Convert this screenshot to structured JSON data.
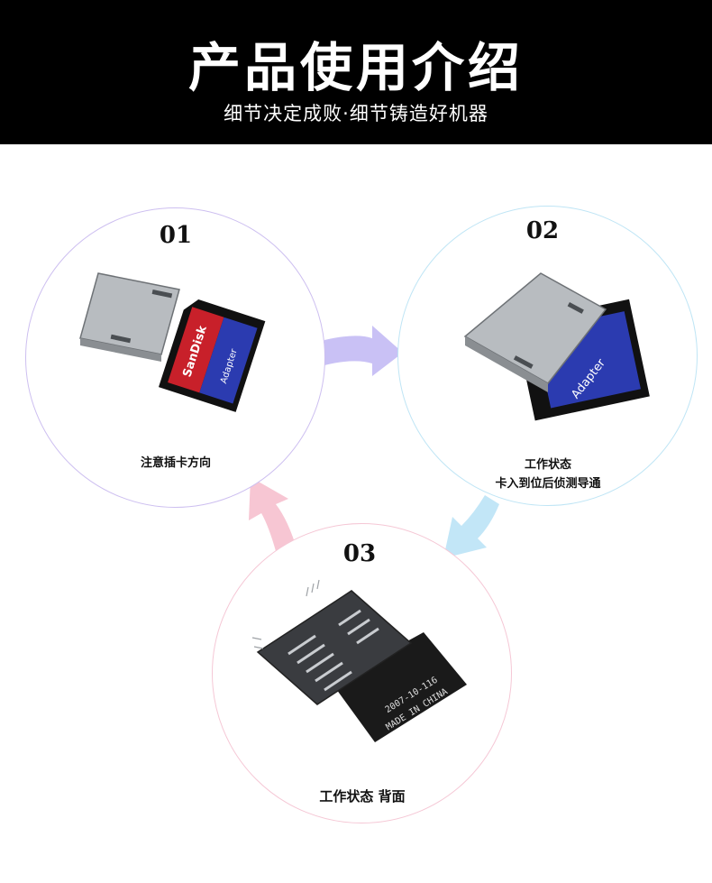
{
  "header": {
    "title": "产品使用介绍",
    "subtitle": "细节决定成败·细节铸造好机器"
  },
  "steps": [
    {
      "number": "01",
      "caption": "注意插卡方向",
      "card_brand": "SanDisk",
      "card_label": "Adapter"
    },
    {
      "number": "02",
      "caption_line1": "工作状态",
      "caption_line2": "卡入到位后侦测导通",
      "card_label": "Adapter"
    },
    {
      "number": "03",
      "caption": "工作状态 背面",
      "print_line1": "2007-10-116",
      "print_line2": "MADE IN CHINA"
    }
  ],
  "colors": {
    "header_bg": "#000000",
    "arrow_purple": "#c9c1f5",
    "arrow_blue": "#c2e6f7",
    "arrow_pink": "#f7c6d3",
    "sd_red": "#c8202a",
    "sd_blue": "#2b3bb0"
  }
}
